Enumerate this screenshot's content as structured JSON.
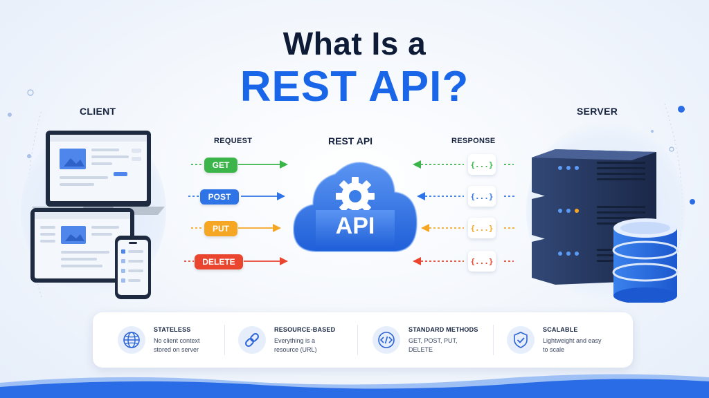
{
  "title": {
    "line1": "What Is a",
    "line2": "REST API?"
  },
  "labels": {
    "client": "CLIENT",
    "server": "SERVER",
    "request": "REQUEST",
    "response": "RESPONSE",
    "center": "REST API",
    "api": "API"
  },
  "methods": [
    {
      "label": "GET",
      "color": "#3bb54a"
    },
    {
      "label": "POST",
      "color": "#2f74e6"
    },
    {
      "label": "PUT",
      "color": "#f5a623"
    },
    {
      "label": "DELETE",
      "color": "#e9452f"
    }
  ],
  "responses": [
    {
      "label": "{...}",
      "color": "#3bb54a"
    },
    {
      "label": "{...}",
      "color": "#2f74e6"
    },
    {
      "label": "{...}",
      "color": "#f5a623"
    },
    {
      "label": "{...}",
      "color": "#e9452f"
    }
  ],
  "features": [
    {
      "title": "STATELESS",
      "desc": "No client context\nstored on server",
      "icon": "globe-icon"
    },
    {
      "title": "RESOURCE-BASED",
      "desc": "Everything is a\nresource (URL)",
      "icon": "link-icon"
    },
    {
      "title": "STANDARD METHODS",
      "desc": "GET, POST, PUT,\nDELETE",
      "icon": "code-icon"
    },
    {
      "title": "SCALABLE",
      "desc": "Lightweight and easy\nto scale",
      "icon": "shield-check-icon"
    }
  ],
  "colors": {
    "accent": "#1a66e8",
    "dark": "#0e1b37",
    "server": "#26365e"
  }
}
